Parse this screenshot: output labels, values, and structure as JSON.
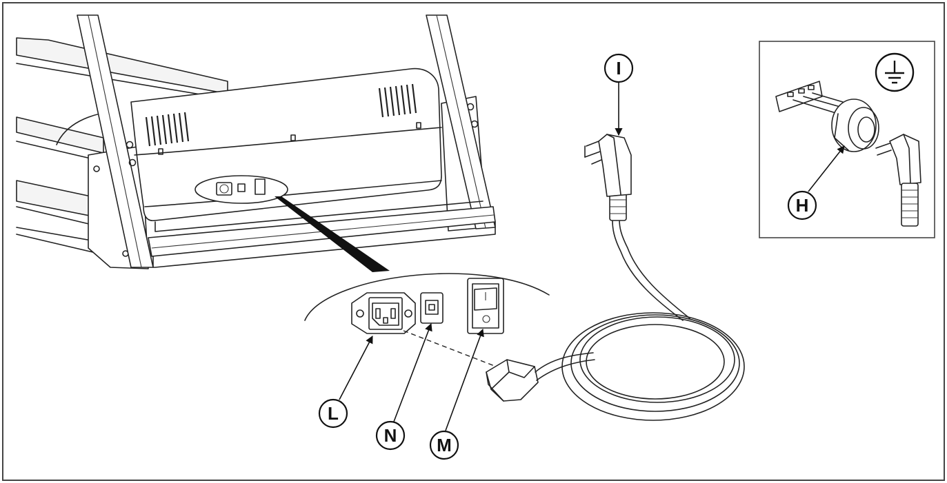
{
  "callouts": {
    "I": "I",
    "H": "H",
    "L": "L",
    "N": "N",
    "M": "M"
  },
  "icons": {
    "ground": "ground-symbol-icon"
  },
  "colors": {
    "line": "#222222",
    "frame": "#444444",
    "background": "#ffffff"
  }
}
